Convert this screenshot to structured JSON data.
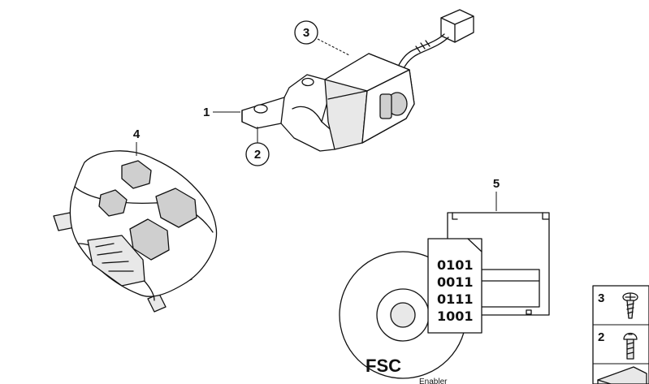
{
  "callouts": {
    "c1": "1",
    "c2": "2",
    "c3": "3",
    "c4": "4",
    "c5": "5"
  },
  "software_card": {
    "binary_lines": [
      "0101",
      "0011",
      "0111",
      "1001"
    ],
    "disc_label": "FSC",
    "caption": "Enabler"
  },
  "legend": {
    "items": [
      {
        "number": "3",
        "icon": "screw-flat-head-icon"
      },
      {
        "number": "2",
        "icon": "screw-round-head-icon"
      }
    ]
  }
}
